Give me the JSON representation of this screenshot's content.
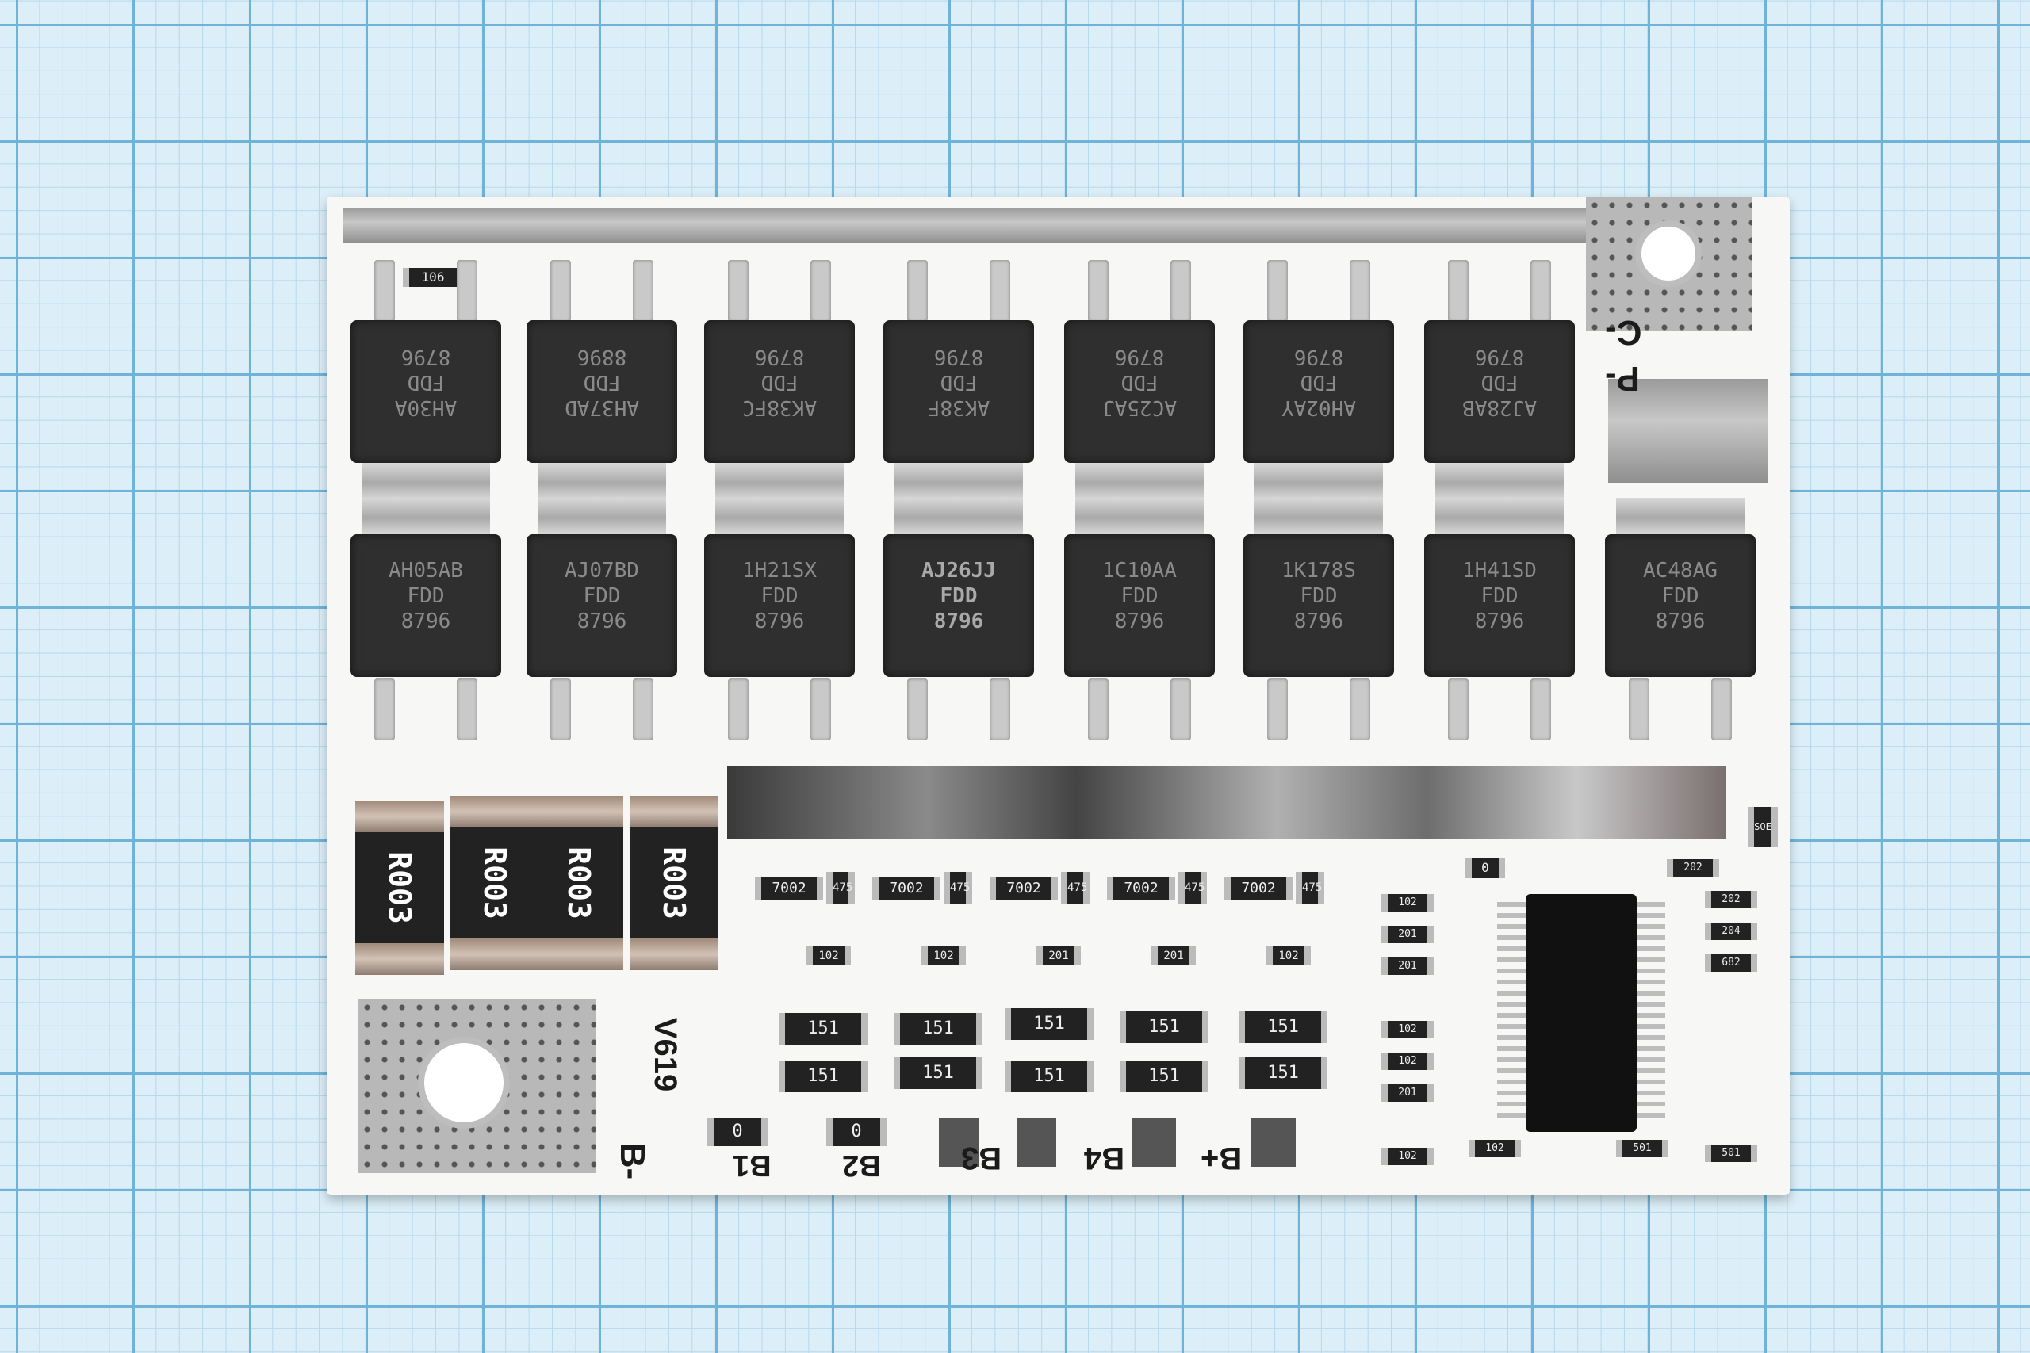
{
  "mosfets": {
    "top_row": [
      {
        "code": "AH30A",
        "part": "FDD",
        "num": "8796"
      },
      {
        "code": "AH37AD",
        "part": "FDD",
        "num": "8896"
      },
      {
        "code": "AK38FC",
        "part": "FDD",
        "num": "8796"
      },
      {
        "code": "AK38F",
        "part": "FDD",
        "num": "8796"
      },
      {
        "code": "AC25AJ",
        "part": "FDD",
        "num": "8796"
      },
      {
        "code": "AH02AY",
        "part": "FDD",
        "num": "8796"
      },
      {
        "code": "AJ28AB",
        "part": "FDD",
        "num": "8796"
      }
    ],
    "bottom_row": [
      {
        "code": "AH05AB",
        "part": "FDD",
        "num": "8796"
      },
      {
        "code": "AJ07BD",
        "part": "FDD",
        "num": "8796"
      },
      {
        "code": "1H21SX",
        "part": "FDD",
        "num": "8796"
      },
      {
        "code": "AJ26JJ",
        "part": "FDD",
        "num": "8796"
      },
      {
        "code": "1C10AA",
        "part": "FDD",
        "num": "8796"
      },
      {
        "code": "1K178S",
        "part": "FDD",
        "num": "8796"
      },
      {
        "code": "1H41SD",
        "part": "FDD",
        "num": "8796"
      },
      {
        "code": "AC48AG",
        "part": "FDD",
        "num": "8796"
      }
    ]
  },
  "shunts": [
    "R003",
    "R003",
    "R003",
    "R003"
  ],
  "small_parts": {
    "top_resistor": "106",
    "transistors": [
      "7002",
      "7002",
      "7002",
      "7002",
      "7002"
    ],
    "side_resistors": [
      "475",
      "475",
      "475",
      "475",
      "475"
    ],
    "r102_row": [
      "102",
      "102",
      "201",
      "201",
      "102"
    ],
    "r151_upper": [
      "151",
      "151",
      "151",
      "151",
      "151"
    ],
    "r151_lower": [
      "151",
      "151",
      "151",
      "151",
      "151"
    ],
    "left_column": [
      "102",
      "201",
      "102",
      "201",
      "102",
      "201",
      "102"
    ],
    "right_column": [
      "202",
      "204",
      "682",
      "501"
    ],
    "top_row_chips": [
      "202"
    ],
    "bottom_row_chips": [
      "102",
      "501"
    ],
    "corner_chip": "SOE",
    "b_resistors": [
      "0",
      "0"
    ],
    "top_zero": "0"
  },
  "silkscreen": {
    "c_minus": "C-",
    "p_minus": "P-",
    "b_minus": "B-",
    "version": "V619",
    "b1": "B1",
    "b2": "B2",
    "b3": "B3",
    "b4": "B4",
    "b_plus": "B+"
  },
  "colors": {
    "paper": "#dceef7",
    "grid": "#6fb3d9",
    "board": "#f7f7f5",
    "component": "#2f2f2f"
  }
}
